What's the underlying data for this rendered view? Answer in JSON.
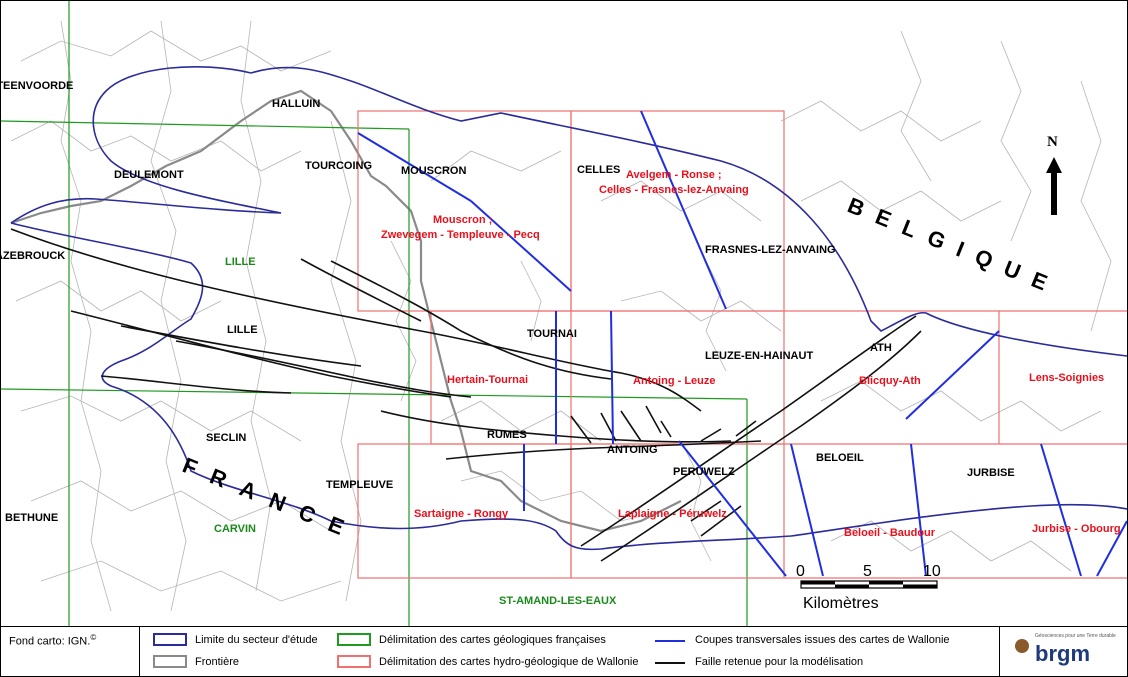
{
  "colors": {
    "study_limit": "#2b2b9c",
    "border": "#8a8a8a",
    "french_maps": "#1f9a1f",
    "wallonie_maps": "#f07070",
    "cross_sections": "#1f2fe0",
    "faults": "#111111",
    "label_red": "#e8101c",
    "label_green": "#1a8a1a"
  },
  "map": {
    "country_labels": {
      "belgium": "BELGIQUE",
      "france": "FRANCE"
    },
    "north_label": "N",
    "places": {
      "steenvoorde": "STEENVOORDE",
      "halluin": "HALLUIN",
      "deulemont": "DEULEMONT",
      "tourcoing": "TOURCOING",
      "mouscron": "MOUSCRON",
      "celles": "CELLES",
      "frasnes": "FRASNES-LEZ-ANVAING",
      "hazebrouck": "HAZEBROUCK",
      "lille": "LILLE",
      "tournai": "TOURNAI",
      "leuze": "LEUZE-EN-HAINAUT",
      "ath": "ATH",
      "seclin": "SECLIN",
      "rumes": "RUMES",
      "antoing": "ANTOING",
      "peruwelz": "PERUWELZ",
      "beloeil": "BELOEIL",
      "jurbise": "JURBISE",
      "templeuve": "TEMPLEUVE",
      "bethune": "BETHUNE"
    },
    "french_sheets": {
      "lille": "LILLE",
      "carvin": "CARVIN",
      "st_amand": "ST-AMAND-LES-EAUX"
    },
    "wallonie_sheets": {
      "mouscron_l1": "Mouscron ;",
      "mouscron_l2": "Zwevegem - Templeuve - Pecq",
      "avelgem_l1": "Avelgem - Ronse ;",
      "avelgem_l2": "Celles - Frasnes-lez-Anvaing",
      "hertain": "Hertain-Tournai",
      "antoing": "Antoing - Leuze",
      "blicquy": "Blicquy-Ath",
      "lens": "Lens-Soignies",
      "sartaigne": "Sartaigne - Rongy",
      "laplaigne": "Laplaigne - Péruwelz",
      "beloeil": "Beloeil - Baudour",
      "jurbise": "Jurbise - Obourg"
    },
    "scale": {
      "ticks": [
        "0",
        "5",
        "10"
      ],
      "unit": "Kilomètres"
    }
  },
  "legend": {
    "source": "Fond carto: IGN.",
    "source_mark": "©",
    "items": [
      "Limite du secteur d'étude",
      "Frontière",
      "Délimitation des cartes géologiques françaises",
      "Délimitation des cartes hydro-géologique de Wallonie",
      "Coupes transversales issues des cartes de Wallonie",
      "Faille retenue pour la modélisation"
    ],
    "logo_tagline": "Géosciences pour une Terre durable",
    "logo_text": "brgm"
  }
}
